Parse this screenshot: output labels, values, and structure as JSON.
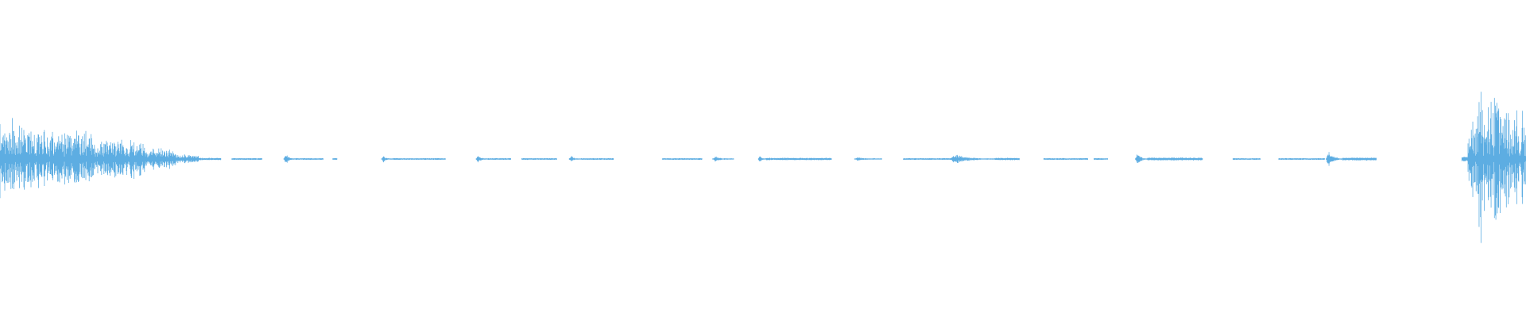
{
  "waveform": {
    "color": "#5dade2",
    "background": "#ffffff",
    "amplitude_range": [
      -1,
      1
    ],
    "time_range": [
      0,
      1
    ],
    "segments": [
      {
        "start": 0.0,
        "end": 0.02,
        "peak": 0.26,
        "jitter": 0.9
      },
      {
        "start": 0.02,
        "end": 0.06,
        "peak": 0.2,
        "jitter": 0.9
      },
      {
        "start": 0.06,
        "end": 0.095,
        "peak": 0.13,
        "jitter": 0.85
      },
      {
        "start": 0.095,
        "end": 0.115,
        "peak": 0.07,
        "jitter": 0.8
      },
      {
        "start": 0.115,
        "end": 0.13,
        "peak": 0.03,
        "jitter": 0.7
      },
      {
        "start": 0.13,
        "end": 0.145,
        "peak": 0.008,
        "jitter": 0.4
      },
      {
        "start": 0.152,
        "end": 0.172,
        "peak": 0.006,
        "jitter": 0.3
      },
      {
        "start": 0.186,
        "end": 0.194,
        "peak": 0.045,
        "jitter": 0.6,
        "shape": "burst"
      },
      {
        "start": 0.194,
        "end": 0.212,
        "peak": 0.006,
        "jitter": 0.3
      },
      {
        "start": 0.218,
        "end": 0.221,
        "peak": 0.006,
        "jitter": 0.3
      },
      {
        "start": 0.25,
        "end": 0.258,
        "peak": 0.025,
        "jitter": 0.6,
        "shape": "burst"
      },
      {
        "start": 0.258,
        "end": 0.292,
        "peak": 0.006,
        "jitter": 0.3
      },
      {
        "start": 0.312,
        "end": 0.32,
        "peak": 0.025,
        "jitter": 0.6,
        "shape": "burst"
      },
      {
        "start": 0.32,
        "end": 0.335,
        "peak": 0.006,
        "jitter": 0.3
      },
      {
        "start": 0.342,
        "end": 0.365,
        "peak": 0.006,
        "jitter": 0.3
      },
      {
        "start": 0.373,
        "end": 0.381,
        "peak": 0.025,
        "jitter": 0.6,
        "shape": "burst"
      },
      {
        "start": 0.381,
        "end": 0.402,
        "peak": 0.006,
        "jitter": 0.3
      },
      {
        "start": 0.434,
        "end": 0.46,
        "peak": 0.006,
        "jitter": 0.3
      },
      {
        "start": 0.467,
        "end": 0.481,
        "peak": 0.018,
        "jitter": 0.5,
        "shape": "burst"
      },
      {
        "start": 0.497,
        "end": 0.502,
        "peak": 0.025,
        "jitter": 0.6,
        "shape": "burst"
      },
      {
        "start": 0.502,
        "end": 0.545,
        "peak": 0.008,
        "jitter": 0.3
      },
      {
        "start": 0.56,
        "end": 0.578,
        "peak": 0.015,
        "jitter": 0.5,
        "shape": "burst"
      },
      {
        "start": 0.592,
        "end": 0.622,
        "peak": 0.006,
        "jitter": 0.3
      },
      {
        "start": 0.622,
        "end": 0.652,
        "peak": 0.035,
        "jitter": 0.6,
        "shape": "burst"
      },
      {
        "start": 0.652,
        "end": 0.668,
        "peak": 0.008,
        "jitter": 0.3
      },
      {
        "start": 0.684,
        "end": 0.713,
        "peak": 0.006,
        "jitter": 0.3
      },
      {
        "start": 0.717,
        "end": 0.726,
        "peak": 0.006,
        "jitter": 0.3
      },
      {
        "start": 0.744,
        "end": 0.752,
        "peak": 0.045,
        "jitter": 0.6,
        "shape": "burst"
      },
      {
        "start": 0.752,
        "end": 0.788,
        "peak": 0.01,
        "jitter": 0.3
      },
      {
        "start": 0.808,
        "end": 0.826,
        "peak": 0.006,
        "jitter": 0.3
      },
      {
        "start": 0.838,
        "end": 0.868,
        "peak": 0.006,
        "jitter": 0.3
      },
      {
        "start": 0.869,
        "end": 0.88,
        "peak": 0.055,
        "jitter": 0.6,
        "shape": "burst"
      },
      {
        "start": 0.88,
        "end": 0.902,
        "peak": 0.01,
        "jitter": 0.3
      },
      {
        "start": 0.958,
        "end": 0.962,
        "peak": 0.02,
        "jitter": 0.5
      },
      {
        "start": 0.962,
        "end": 0.968,
        "peak": 0.25,
        "jitter": 0.9
      },
      {
        "start": 0.968,
        "end": 0.974,
        "peak": 0.55,
        "jitter": 0.95
      },
      {
        "start": 0.974,
        "end": 0.984,
        "peak": 0.48,
        "jitter": 0.95
      },
      {
        "start": 0.984,
        "end": 1.0,
        "peak": 0.32,
        "jitter": 0.95
      }
    ]
  }
}
